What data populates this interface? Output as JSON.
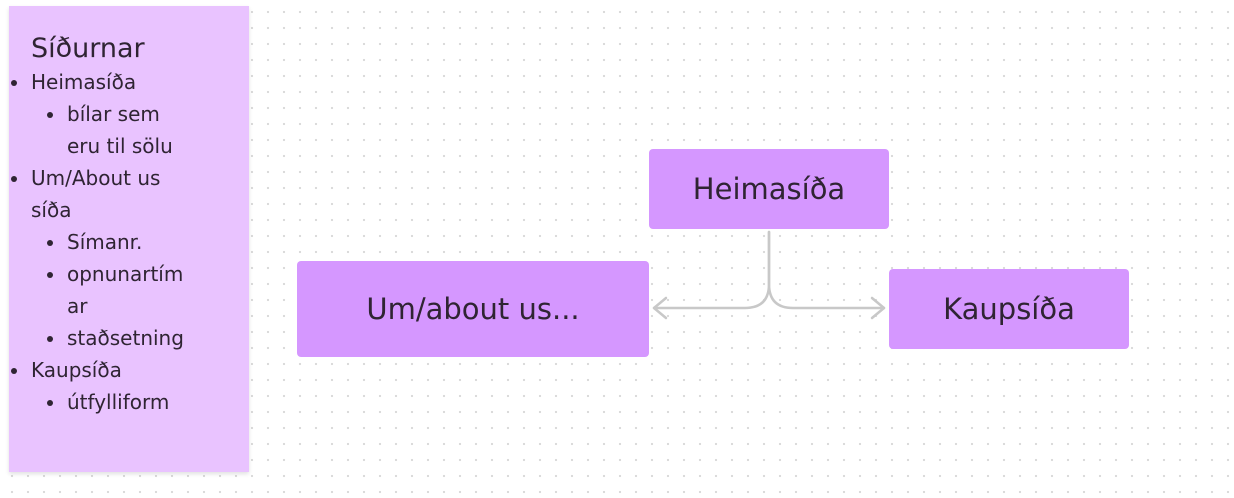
{
  "sticky_note": {
    "title": "Síðurnar",
    "items": [
      {
        "label": "Heimasíða",
        "children": [
          "bílar sem eru til sölu"
        ]
      },
      {
        "label": "Um/About us síða",
        "children": [
          "Símanr.",
          "opnunartímar",
          "staðsetning"
        ]
      },
      {
        "label": "Kaupsíða",
        "children": [
          "útfylliform"
        ]
      }
    ]
  },
  "nodes": {
    "home": "Heimasíða",
    "about": "Um/about us...",
    "shop": "Kaupsíða"
  },
  "colors": {
    "sticky": "#e9c3ff",
    "node": "#d597ff",
    "connector": "#c8c8c8",
    "text": "#2f2433"
  }
}
